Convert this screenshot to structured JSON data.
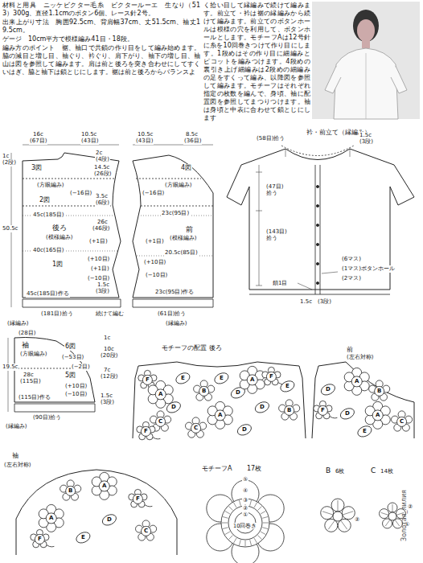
{
  "diagram": {
    "labels": [
      "材料と用具　ニッケビクター毛糸　ビクタールーエ　生なり（513）300g、直径1.1cmのボタン6個、レース針2号。",
      "出来上がり寸法　胸囲92.5cm、背肩幅37cm、丈51.5cm、袖丈19.5cm。",
      "ゲージ　10cm平方で模様編み41目・18段。",
      "編み方のポイント　裾、袖口で共鎖の作り目をして編み始めます。脇の減目と増し目、袖ぐり、衿ぐり、肩下がり、袖下の増し目、袖山は図を参照して編みます。肩は前と後ろを突き合わせにしてすくいはぎ、脇と袖下は鎖とじにします。裾は前と後ろからバランスよ",
      "く拾い目して縁編みで続けて編みます。前立て・衿は裾の縁編みから続けて編みます。前立てのボタンホールは模様の穴を利用して、ボタンホールとします。モチーフAは12号針に糸を10回巻きつけて作り目にします。1段めはその作り目に細編みとピコットを編みつけます。4段めの裏引き上げ細編みは2段めの細編みの足をすくって編み、以降図を参照して編みます。モチーフはそれぞれ指定の枚数を編んで、身頃、袖に配置図を参照してまつりつけます。袖は身頃と中表に合わせて鎖とじにします",
      "16c",
      "(67目)",
      "10.5c",
      "(43目)",
      "1c",
      "(2段)",
      "3図",
      "2c",
      "(4段)",
      "14.5c",
      "(26段)",
      "(方眼編み)",
      "(−16目)",
      "2図",
      "3.5c",
      "(6段)",
      "45c(185目)",
      "後ろ",
      "(模様編み)",
      "26c",
      "(46段)",
      "50.5c",
      "40c(165目)",
      "1図",
      "(+1目)",
      "(+10目)",
      "(+1目)",
      "(−10目)",
      "1.5c",
      "(3段)",
      "45c(185目)作る",
      "(181目)拾う",
      "(縁編み)",
      "続けて編む",
      "10.5c",
      "(43目)",
      "8.5c",
      "(36目)",
      "4図",
      "(方眼編み)",
      "(−16目)",
      "23c(95目)",
      "前",
      "(模様編み)",
      "20.5c(85目)",
      "(+1目)",
      "(+10目)",
      "(−10目)",
      "23c(95目)作る",
      "(61目)拾う",
      "(縁編み)",
      "衿・前立て（縁編み）",
      "(58目)拾う",
      "1.5c",
      "(3段)",
      "(47目)",
      "拾う",
      "(143目)",
      "拾う",
      "(6マス)",
      "(1マス)ボタンホール",
      "(2マス)",
      "鎖1目",
      "1.5c",
      "(3段)",
      "(28目)",
      "袖",
      "(方眼編み)",
      "6図",
      "(−53目)",
      "19.5c",
      "(−2目)",
      "28c",
      "(115目)",
      "5図",
      "(+10目)",
      "(−10目)",
      "(115目)作る",
      "(90目)拾う",
      "(縁編み)",
      "1c",
      "10c",
      "(20段)",
      "7c",
      "(12段)",
      "1.5c",
      "(3段)",
      "モチーフの配置 後ろ",
      "前",
      "(左右対称)",
      "F",
      "A",
      "E",
      "D",
      "C",
      "B",
      "E",
      "D",
      "A",
      "F",
      "E",
      "D",
      "B",
      "A",
      "C",
      "D",
      "F",
      "A",
      "B",
      "D",
      "F",
      "D",
      "A",
      "C",
      "E",
      "袖",
      "(左右対称)",
      "A",
      "B",
      "A",
      "D",
      "E",
      "F",
      "C",
      "F",
      "モチーフA",
      "17枚",
      "⑤",
      "④",
      "③",
      "②",
      "①",
      "10回巻き",
      "B",
      "6枚",
      "②",
      "C",
      "14枚",
      "②",
      "①",
      "Золотая_лилия"
    ]
  }
}
